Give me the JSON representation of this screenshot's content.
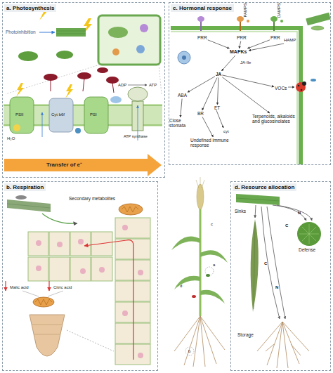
{
  "diagram": {
    "nodes": [
      {
        "text": [
          "a. Photosynthesis"
        ]
      },
      {
        "text": [
          "c. Hormonal response"
        ]
      },
      {
        "text": [
          "PRR"
        ],
        "in": 1
      },
      {
        "text": [
          "PRR"
        ],
        "in": 1
      },
      {
        "text": [
          "PRR"
        ],
        "in": 1
      },
      {
        "text": [
          "MAPKs"
        ],
        "in": 1
      },
      {
        "text": [
          "JA"
        ],
        "in": 1
      },
      {
        "text": [
          "ABA"
        ],
        "in": 1
      },
      {
        "text": [
          "BR"
        ],
        "in": 1
      },
      {
        "text": [
          "ET"
        ],
        "in": 1
      },
      {
        "text": [
          "VOCs"
        ],
        "in": 1
      },
      {
        "text": [
          "Terpenoids, alkaloids and glucosinolates"
        ],
        "in": 1
      },
      {
        "text": [
          "Close stomata"
        ],
        "in": 1
      },
      {
        "text": [
          "Undefined immune response"
        ],
        "in": 1
      },
      {
        "text": [
          "b. Respiration"
        ]
      },
      {
        "text": [
          "d. Resource allocation"
        ]
      }
    ],
    "edges": [
      {
        "from": 2,
        "to": 5,
        "arrow": "to"
      },
      {
        "from": 3,
        "to": 5,
        "arrow": "to"
      },
      {
        "from": 4,
        "to": 5,
        "arrow": "to"
      },
      {
        "from": 5,
        "to": 6,
        "arrow": "to"
      },
      {
        "from": 6,
        "to": 7,
        "arrow": "to"
      },
      {
        "from": 6,
        "to": 8,
        "arrow": "to"
      },
      {
        "from": 6,
        "to": 9,
        "arrow": "to"
      },
      {
        "from": 6,
        "to": 10,
        "arrow": "to"
      },
      {
        "from": 6,
        "to": 11,
        "arrow": "to"
      },
      {
        "from": 7,
        "to": 12,
        "arrow": "to"
      },
      {
        "from": 8,
        "to": 13,
        "arrow": "to"
      }
    ],
    "labels": [
      "Photoinhibition",
      "PSII",
      "Cyt b6f",
      "PSI",
      "ADP",
      "ATP",
      "ATP synthase",
      "H₂O",
      "Transfer of e⁻",
      "PAMPS",
      "DAMPS",
      "HAMP",
      "JA-Ile",
      "cyt",
      "Secondary metabolites",
      "Malic acid",
      "Citric acid",
      "a",
      "c",
      "d",
      "b",
      "Sinks",
      "C",
      "N",
      "C",
      "N",
      "Defense",
      "Storage"
    ]
  }
}
